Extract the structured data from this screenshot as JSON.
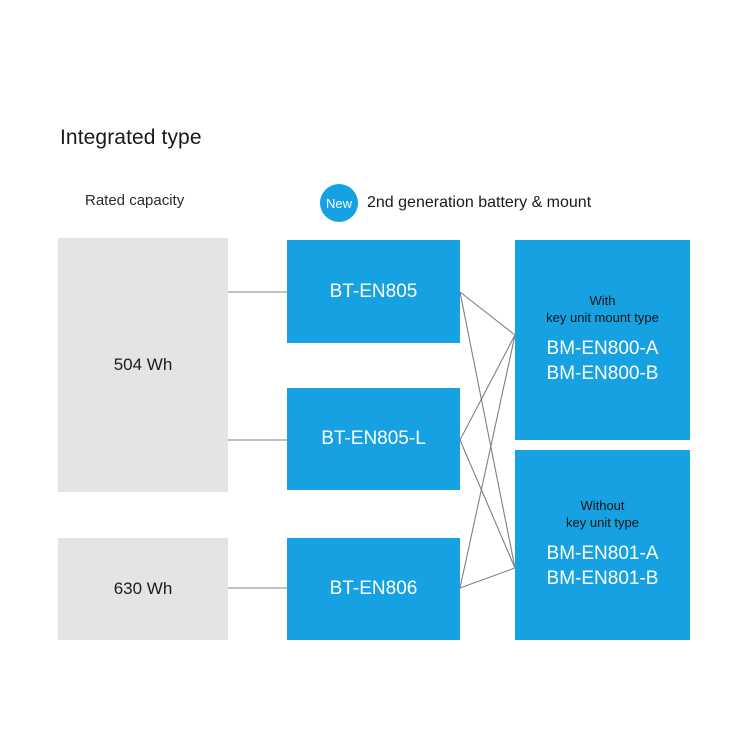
{
  "page": {
    "title": "Integrated type",
    "accent_blue": "#16a2e2",
    "gray_box": "#e4e4e4",
    "connector_color": "#808080"
  },
  "headings": {
    "capacity": "Rated capacity",
    "generation_badge": "New",
    "generation_label": "2nd generation battery & mount"
  },
  "columns": {
    "capacity": [
      {
        "name": "504 Wh"
      },
      {
        "name": "630 Wh"
      }
    ],
    "batteries": [
      {
        "code": "BT-EN805"
      },
      {
        "code": "BT-EN805-L"
      },
      {
        "code": "BT-EN806"
      }
    ],
    "mounts": [
      {
        "sub_line1": "With",
        "sub_line2": "key unit mount type",
        "code1": "BM-EN800-A",
        "code2": "BM-EN800-B"
      },
      {
        "sub_line1": "Without",
        "sub_line2": "key unit type",
        "code1": "BM-EN801-A",
        "code2": "BM-EN801-B"
      }
    ]
  }
}
